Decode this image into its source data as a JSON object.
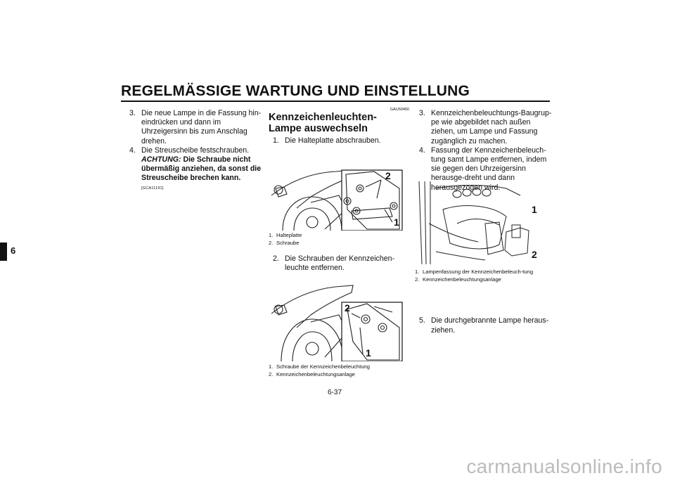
{
  "header": {
    "title": "REGELMÄSSIGE WARTUNG UND EINSTELLUNG"
  },
  "side_tab": {
    "number": "6"
  },
  "col1": {
    "step3": {
      "num": "3.",
      "text": "Die neue Lampe in die Fassung hin-eindrücken und dann im Uhrzeigersinn bis zum Anschlag drehen."
    },
    "step4": {
      "num": "4.",
      "text": "Die Streuscheibe festschrauben.",
      "warn_label": "ACHTUNG:",
      "warn_text": " Die Schraube nicht übermäßig anziehen, da sonst die Streuscheibe brechen kann.",
      "code": "[GCA11191]"
    }
  },
  "col2": {
    "section_code": "GAU50450",
    "section_title": "Kennzeichenleuchten-Lampe auswechseln",
    "step1": {
      "num": "1.",
      "text": "Die Halteplatte abschrauben."
    },
    "fig1": {
      "label1": "1",
      "label2": "2",
      "captions": [
        {
          "num": "1.",
          "text": "Halteplatte"
        },
        {
          "num": "2.",
          "text": "Schraube"
        }
      ]
    },
    "step2": {
      "num": "2.",
      "text": "Die Schrauben der Kennzeichen-leuchte entfernen."
    },
    "fig2": {
      "label1": "1",
      "label2": "2",
      "captions": [
        {
          "num": "1.",
          "text": "Schraube der Kennzeichenbeleuchtung"
        },
        {
          "num": "2.",
          "text": "Kennzeichenbeleuchtungsanlage"
        }
      ]
    }
  },
  "col3": {
    "step3": {
      "num": "3.",
      "text": "Kennzeichenbeleuchtungs-Baugrup-pe wie abgebildet nach außen ziehen, um Lampe und Fassung zugänglich zu machen."
    },
    "step4": {
      "num": "4.",
      "text": "Fassung der Kennzeichenbeleuch-tung samt Lampe entfernen, indem sie gegen den Uhrzeigersinn herausge-dreht und dann herausgezogen wird."
    },
    "fig3": {
      "label1": "1",
      "label2": "2",
      "captions": [
        {
          "num": "1.",
          "text": "Lampenfassung der Kennzeichenbeleuch-tung"
        },
        {
          "num": "2.",
          "text": "Kennzeichenbeleuchtungsanlage"
        }
      ]
    },
    "step5": {
      "num": "5.",
      "text": "Die durchgebrannte Lampe heraus-ziehen."
    }
  },
  "footer": {
    "page_number": "6-37",
    "watermark": "carmanualsonline.info"
  }
}
